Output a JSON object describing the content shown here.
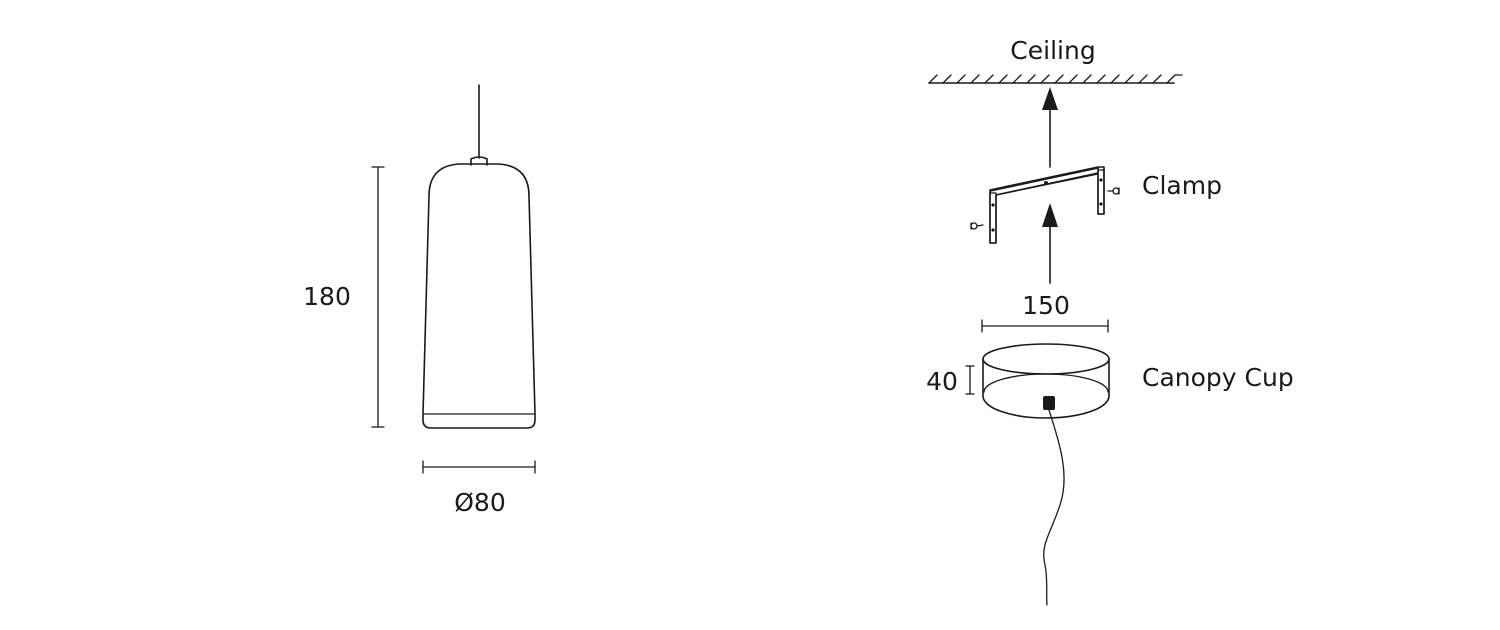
{
  "pendant": {
    "height_label": "180",
    "diameter_label": "Ø80"
  },
  "mounting": {
    "ceiling_label": "Ceiling",
    "clamp_label": "Clamp",
    "canopy_width_label": "150",
    "canopy_height_label": "40",
    "canopy_label": "Canopy Cup"
  },
  "colors": {
    "line": "#1a1a1a",
    "background": "#ffffff"
  }
}
